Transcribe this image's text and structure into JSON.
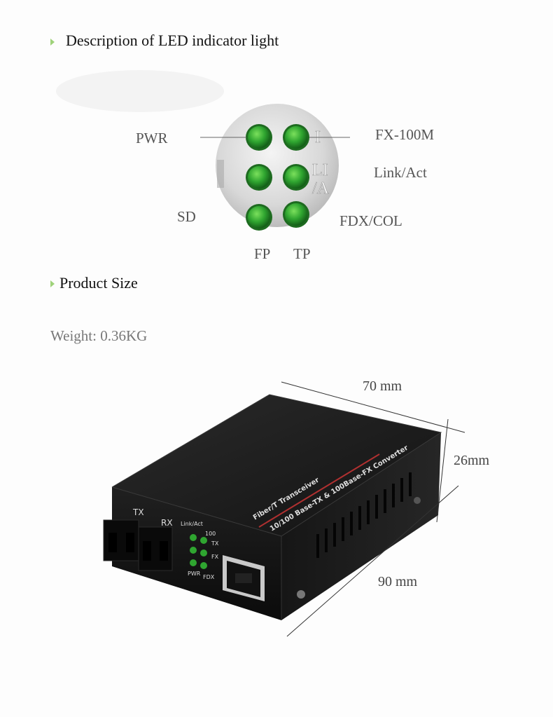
{
  "section_led": {
    "title": "Description of LED indicator light",
    "labels": {
      "pwr": "PWR",
      "fx100m": "FX-100M",
      "link_act": "Link/Act",
      "sd": "SD",
      "fdx_col": "FDX/COL",
      "fp": "FP",
      "tp": "TP"
    },
    "panel_text": [
      "I",
      "LI",
      "/A"
    ]
  },
  "section_size": {
    "title": "Product Size",
    "weight": "Weight: 0.36KG",
    "dims": {
      "width": "70 mm",
      "height": "26mm",
      "depth": "90 mm"
    }
  },
  "device": {
    "port_labels": {
      "tx": "TX",
      "rx": "RX"
    },
    "led_labels": {
      "link_act": "Link/Act",
      "hundred": "100",
      "tx": "TX",
      "fx": "FX",
      "pwr": "PWR",
      "fdx": "FDX"
    },
    "top_text_1": "Fiber/T Transceiver",
    "top_text_2": "10/100 Base-TX & 100Base-FX Converter"
  },
  "colors": {
    "bullet": "#9fd27a",
    "led_green": "#2fa530",
    "device_body": "#1a1a1a"
  }
}
